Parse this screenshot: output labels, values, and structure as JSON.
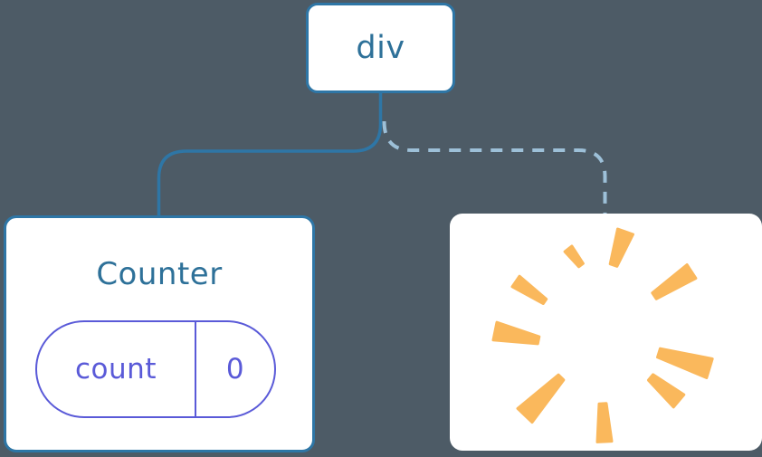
{
  "diagram": {
    "root": {
      "label": "div"
    },
    "counter_card": {
      "title": "Counter",
      "state": {
        "key": "count",
        "value": "0"
      }
    },
    "removed_card": {
      "icon": "poof-burst-icon"
    },
    "edges": {
      "left_style": "solid",
      "right_style": "dashed"
    }
  },
  "colors": {
    "background": "#4D5B66",
    "card_white": "#FFFFFF",
    "edge_blue": "#2E76A6",
    "edge_dashed": "#9DC0D8",
    "text_blue": "#2E7199",
    "state_purple": "#5A5AD8",
    "poof_orange": "#FAB85C"
  }
}
